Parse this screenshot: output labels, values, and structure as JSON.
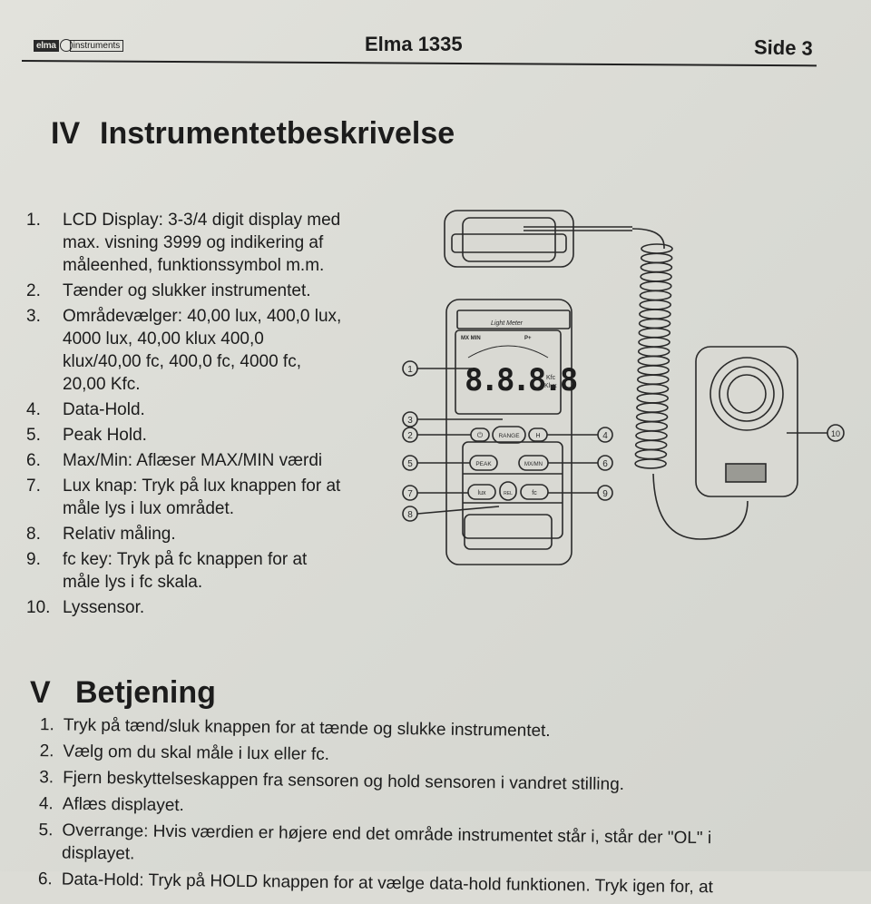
{
  "header": {
    "logo_left": "elma",
    "logo_right": "instruments",
    "title": "Elma 1335",
    "page": "Side 3"
  },
  "section_iv": {
    "number": "IV",
    "title": "Instrumentetbeskrivelse",
    "items": [
      {
        "n": "1.",
        "lines": [
          "LCD Display: 3-3/4 digit display med",
          "max. visning 3999 og indikering af",
          "måleenhed, funktionssymbol m.m."
        ]
      },
      {
        "n": "2.",
        "lines": [
          "Tænder og slukker instrumentet."
        ]
      },
      {
        "n": "3.",
        "lines": [
          "Områdevælger: 40,00 lux, 400,0 lux,",
          "4000 lux, 40,00 klux 400,0",
          "klux/40,00 fc, 400,0 fc, 4000 fc,",
          "20,00 Kfc."
        ]
      },
      {
        "n": "4.",
        "lines": [
          "Data-Hold."
        ]
      },
      {
        "n": "5.",
        "lines": [
          "Peak Hold."
        ]
      },
      {
        "n": "6.",
        "lines": [
          "Max/Min: Aflæser MAX/MIN værdi"
        ]
      },
      {
        "n": "7.",
        "lines": [
          "Lux knap: Tryk på lux knappen for at",
          "måle lys i lux området."
        ]
      },
      {
        "n": "8.",
        "lines": [
          "Relativ måling."
        ]
      },
      {
        "n": "9.",
        "lines": [
          "fc key: Tryk på fc knappen for at",
          "måle lys i fc skala."
        ]
      },
      {
        "n": "10.",
        "lines": [
          "Lyssensor."
        ]
      }
    ]
  },
  "diagram": {
    "brand": "Light Meter",
    "lcd_digits": "8.8.8.8",
    "lcd_flags": "MX MIN",
    "lcd_flag_right": "P+",
    "unit_top": "Kfc",
    "unit_bottom": "Klux",
    "btn_range": "RANGE",
    "btn_peak": "PEAK",
    "btn_maxmin": "MX/MN",
    "btn_lux": "lux",
    "btn_fc": "fc",
    "btn_rel": "REL",
    "callouts": [
      "1",
      "2",
      "3",
      "4",
      "5",
      "6",
      "7",
      "8",
      "9",
      "10"
    ]
  },
  "section_v": {
    "number": "V",
    "title": "Betjening",
    "items": [
      {
        "n": "1.",
        "lines": [
          "Tryk på tænd/sluk knappen for at tænde og slukke instrumentet."
        ]
      },
      {
        "n": "2.",
        "lines": [
          "Vælg om du skal måle i lux eller fc."
        ]
      },
      {
        "n": "3.",
        "lines": [
          "Fjern beskyttelseskappen fra sensoren og hold sensoren i vandret stilling."
        ]
      },
      {
        "n": "4.",
        "lines": [
          "Aflæs displayet."
        ]
      },
      {
        "n": "5.",
        "lines": [
          "Overrange: Hvis værdien er højere end det område instrumentet står i, står der \"OL\" i",
          "displayet."
        ]
      },
      {
        "n": "6.",
        "lines": [
          "Data-Hold: Tryk på HOLD knappen for at vælge data-hold funktionen. Tryk igen for, at"
        ]
      }
    ]
  }
}
